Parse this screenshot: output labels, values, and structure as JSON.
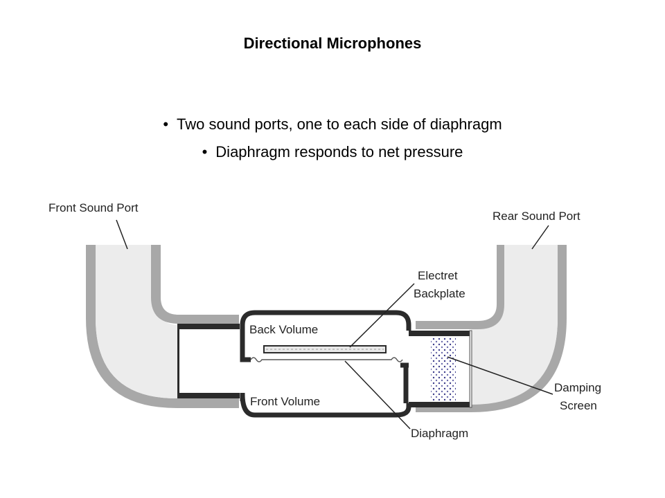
{
  "slide": {
    "title": "Directional Microphones",
    "bullets": [
      "Two sound ports, one to each side of diaphragm",
      "Diaphragm responds to net pressure"
    ],
    "bullet_glyph": "•"
  },
  "diagram": {
    "labels": {
      "front_sound_port": "Front Sound Port",
      "rear_sound_port": "Rear Sound Port",
      "electret_line1": "Electret",
      "electret_line2": "Backplate",
      "back_volume": "Back Volume",
      "front_volume": "Front Volume",
      "damping_line1": "Damping",
      "damping_line2": "Screen",
      "diaphragm": "Diaphragm"
    },
    "colors": {
      "tube_wall": "#a8a8a8",
      "tube_fill": "#ececec",
      "capsule_wall": "#2b2b2b",
      "damping_dots": "#3a3a8a"
    }
  }
}
